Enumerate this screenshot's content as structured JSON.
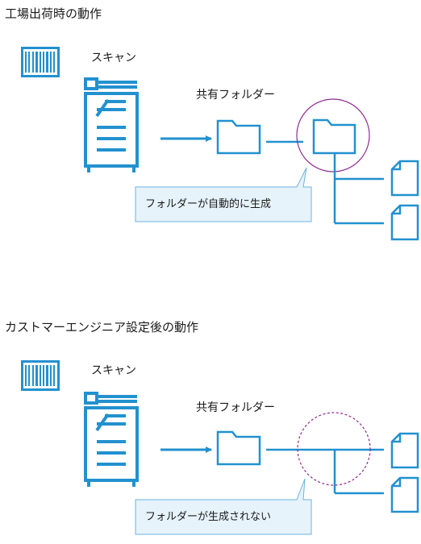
{
  "diagrams": [
    {
      "heading": "工場出荷時の動作",
      "scan_label": "スキャン",
      "shared_folder_label": "共有フォルダー",
      "callout": "フォルダーが自動的に生成",
      "state": "folder-created"
    },
    {
      "heading": "カストマーエンジニア設定後の動作",
      "scan_label": "スキャン",
      "shared_folder_label": "共有フォルダー",
      "callout": "フォルダーが生成されない",
      "state": "folder-not-created"
    }
  ],
  "colors": {
    "icon_blue": "#2291cf",
    "highlight_purple": "#8e2a8e",
    "callout_fill": "#e6f3fb",
    "callout_border": "#6fb3de"
  }
}
